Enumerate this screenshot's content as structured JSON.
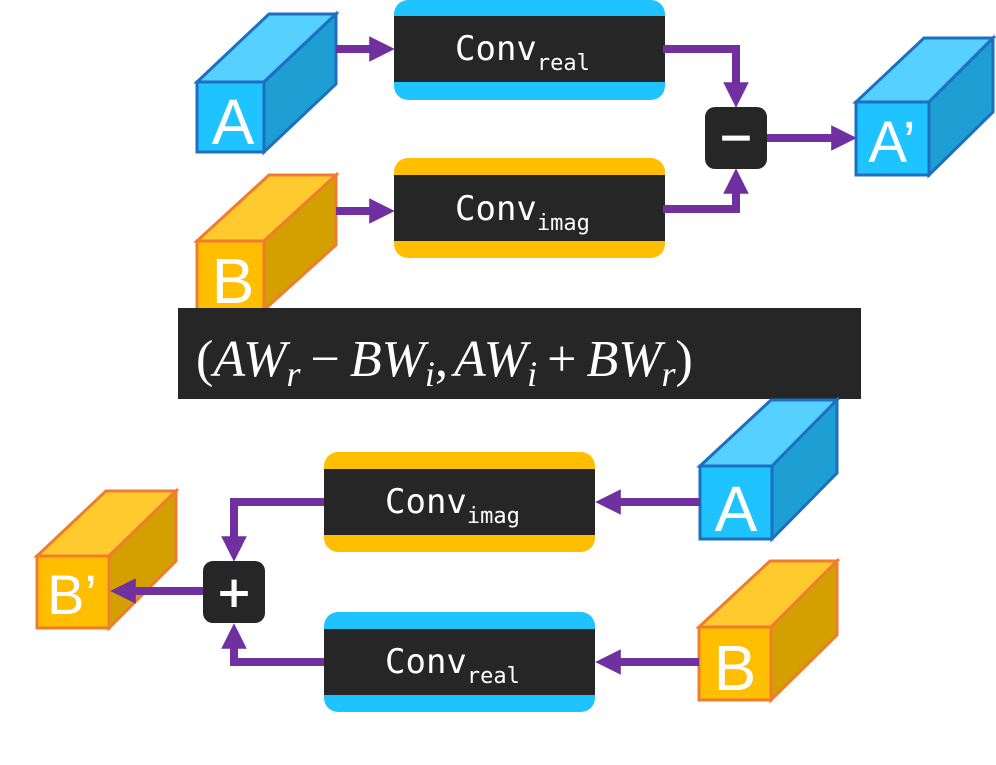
{
  "colors": {
    "blue_front": "#1EC3FF",
    "blue_top": "#55D0FF",
    "blue_side": "#1E9FD3",
    "blue_stroke": "#1C6FC1",
    "yellow_front": "#FFBE00",
    "yellow_top": "#FFCA2E",
    "yellow_side": "#D4A000",
    "yellow_stroke": "#EE7E2E",
    "dark": "#262626",
    "arrow": "#7030A0"
  },
  "top": {
    "cube_a": "A",
    "cube_b": "B",
    "conv_real": {
      "base": "Conv",
      "sub": "real"
    },
    "conv_imag": {
      "base": "Conv",
      "sub": "imag"
    },
    "operator": "−",
    "result": "A’"
  },
  "formula": {
    "open": "(",
    "A1": "AW",
    "r1": "r",
    "minus": "−",
    "B1": "BW",
    "i1": "i",
    "comma": ",",
    "A2": "AW",
    "i2": "i",
    "plus": "+",
    "B2": "BW",
    "r2": "r",
    "close": ")"
  },
  "bottom": {
    "cube_a": "A",
    "cube_b": "B",
    "conv_imag": {
      "base": "Conv",
      "sub": "imag"
    },
    "conv_real": {
      "base": "Conv",
      "sub": "real"
    },
    "operator": "+",
    "result": "B’"
  }
}
